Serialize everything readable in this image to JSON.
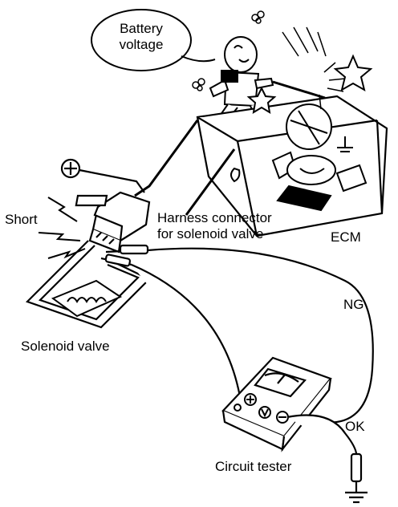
{
  "labels": {
    "battery_line1": "Battery",
    "battery_line2": "voltage",
    "short": "Short",
    "harness_line1": "Harness connector",
    "harness_line2": "for solenoid valve",
    "ecm": "ECM",
    "ng": "NG",
    "solenoid_valve": "Solenoid valve",
    "ok": "OK",
    "circuit_tester": "Circuit tester"
  },
  "icons": {
    "battery_symbol": "plus-in-circle",
    "ground_symbol": "ground",
    "tester_terminals": [
      "plus",
      "V",
      "minus"
    ]
  }
}
